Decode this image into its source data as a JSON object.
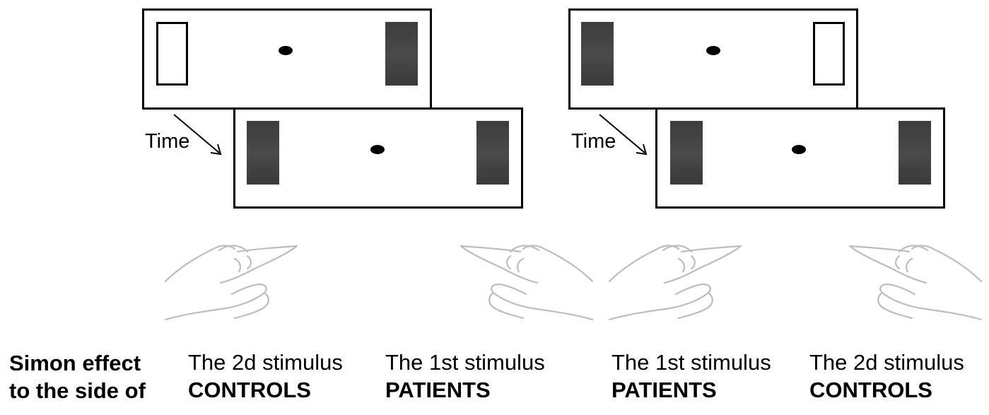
{
  "time_label": "Time",
  "row_label": {
    "line1": "Simon effect",
    "line2": "to the side of"
  },
  "conditions": [
    {
      "stimulus": "The 2d stimulus",
      "group": "CONTROLS"
    },
    {
      "stimulus": "The 1st stimulus",
      "group": "PATIENTS"
    },
    {
      "stimulus": "The 1st stimulus",
      "group": "PATIENTS"
    },
    {
      "stimulus": "The 2d stimulus",
      "group": "CONTROLS"
    }
  ],
  "colors": {
    "frame": "#000000",
    "filled_box": "#404040",
    "hand_stroke": "#bdbdbd"
  },
  "icons": [
    "hand-pointing-right-icon",
    "hand-pointing-left-icon",
    "arrow-icon",
    "fixation-dot-icon"
  ]
}
